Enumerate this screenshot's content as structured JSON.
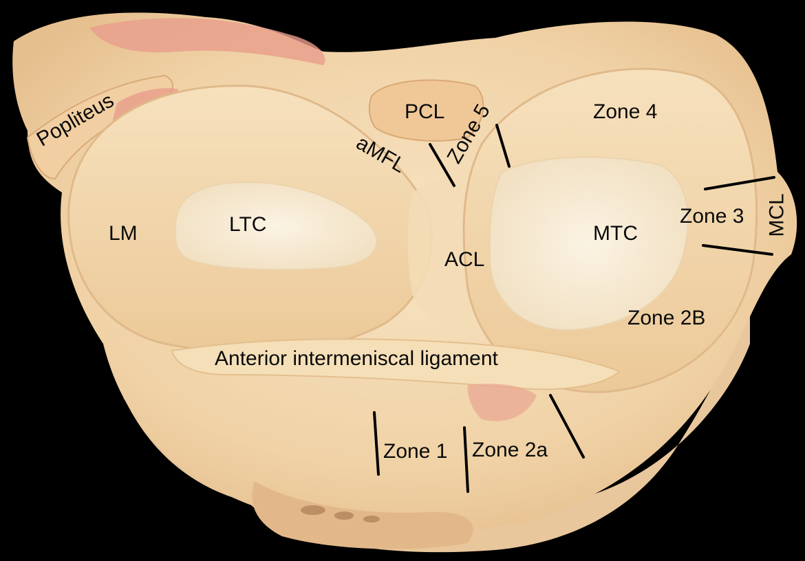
{
  "labels": {
    "popliteus": "Popliteus",
    "pcl": "PCL",
    "amfl": "aMFL",
    "zone5": "Zone 5",
    "zone4": "Zone 4",
    "lm": "LM",
    "ltc": "LTC",
    "acl": "ACL",
    "mtc": "MTC",
    "zone3": "Zone 3",
    "mcl": "MCL",
    "zone2b": "Zone 2B",
    "anterior_intermeniscal_ligament": "Anterior intermeniscal ligament",
    "zone1": "Zone 1",
    "zone2a": "Zone 2a"
  },
  "colors": {
    "background": "#000000",
    "tissue": "#f3d6ad",
    "cartilage": "#f7ecd6",
    "muscle": "#e79a8a",
    "label_text": "#0a0a0a"
  }
}
